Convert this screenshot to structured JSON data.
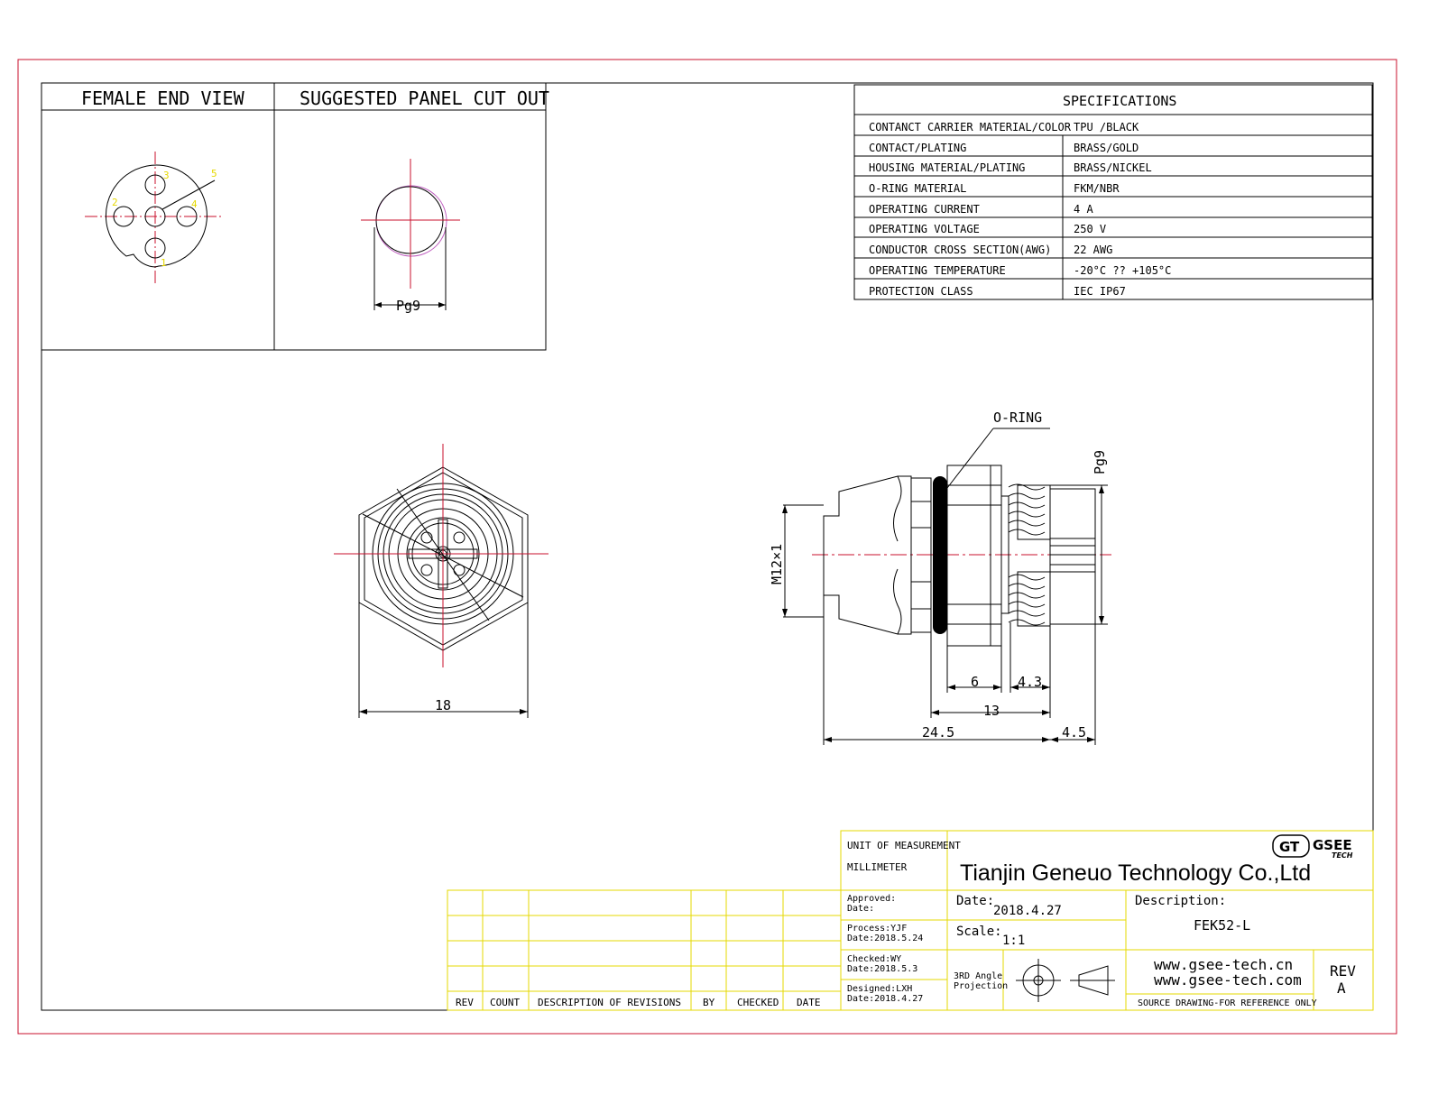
{
  "views": {
    "female_end_title": "FEMALE END VIEW",
    "panel_cut_title": "SUGGESTED PANEL CUT OUT",
    "panel_dim": "Pg9",
    "pin_labels": [
      "1",
      "2",
      "3",
      "4",
      "5"
    ]
  },
  "specifications": {
    "title": "SPECIFICATIONS",
    "rows": [
      {
        "label": "CONTANCT CARRIER MATERIAL/COLOR",
        "value": "TPU /BLACK"
      },
      {
        "label": "CONTACT/PLATING",
        "value": "BRASS/GOLD"
      },
      {
        "label": "HOUSING MATERIAL/PLATING",
        "value": "BRASS/NICKEL"
      },
      {
        "label": "O-RING MATERIAL",
        "value": "FKM/NBR"
      },
      {
        "label": "OPERATING CURRENT",
        "value": "4 A"
      },
      {
        "label": "OPERATING VOLTAGE",
        "value": "250 V"
      },
      {
        "label": "CONDUCTOR CROSS SECTION(AWG)",
        "value": "22 AWG"
      },
      {
        "label": "OPERATING TEMPERATURE",
        "value": "-20°C ?? +105°C"
      },
      {
        "label": "PROTECTION CLASS",
        "value": "IEC IP67"
      }
    ]
  },
  "front_view": {
    "width_dim": "18"
  },
  "side_view": {
    "oring_label": "O-RING",
    "thread_label": "M12×1",
    "pg_label": "Pg9",
    "dims": {
      "d6": "6",
      "d43": "4.3",
      "d13": "13",
      "d245": "24.5",
      "d45": "4.5"
    }
  },
  "revisions": {
    "headers": [
      "REV",
      "COUNT",
      "DESCRIPTION OF REVISIONS",
      "BY",
      "CHECKED",
      "DATE"
    ]
  },
  "title_block": {
    "unit_label": "UNIT OF MEASUREMENT",
    "unit_value": "MILLIMETER",
    "company": "Tianjin Geneuo Technology Co.,Ltd",
    "logo_letters": "GT",
    "logo_brand": "GSEE",
    "logo_sub": "TECH",
    "approved": "Approved:",
    "approved_date": "Date:",
    "process": "Process:YJF",
    "process_date": "Date:2018.5.24",
    "checked": "Checked:WY",
    "checked_date": "Date:2018.5.3",
    "designed": "Designed:LXH",
    "designed_date": "Date:2018.4.27",
    "date_label": "Date:",
    "date_value": "2018.4.27",
    "scale_label": "Scale:",
    "scale_value": "1:1",
    "projection_line1": "3RD Angle",
    "projection_line2": "Projection",
    "description_label": "Description:",
    "description_value": "FEK52-L",
    "web1": "www.gsee-tech.cn",
    "web2": "www.gsee-tech.com",
    "rev_label": "REV",
    "rev_value": "A",
    "source_note": "SOURCE DRAWING-FOR REFERENCE ONLY"
  },
  "colors": {
    "border": "#c8102e",
    "titleblock": "#e6d800",
    "accent": "#c060c0"
  }
}
